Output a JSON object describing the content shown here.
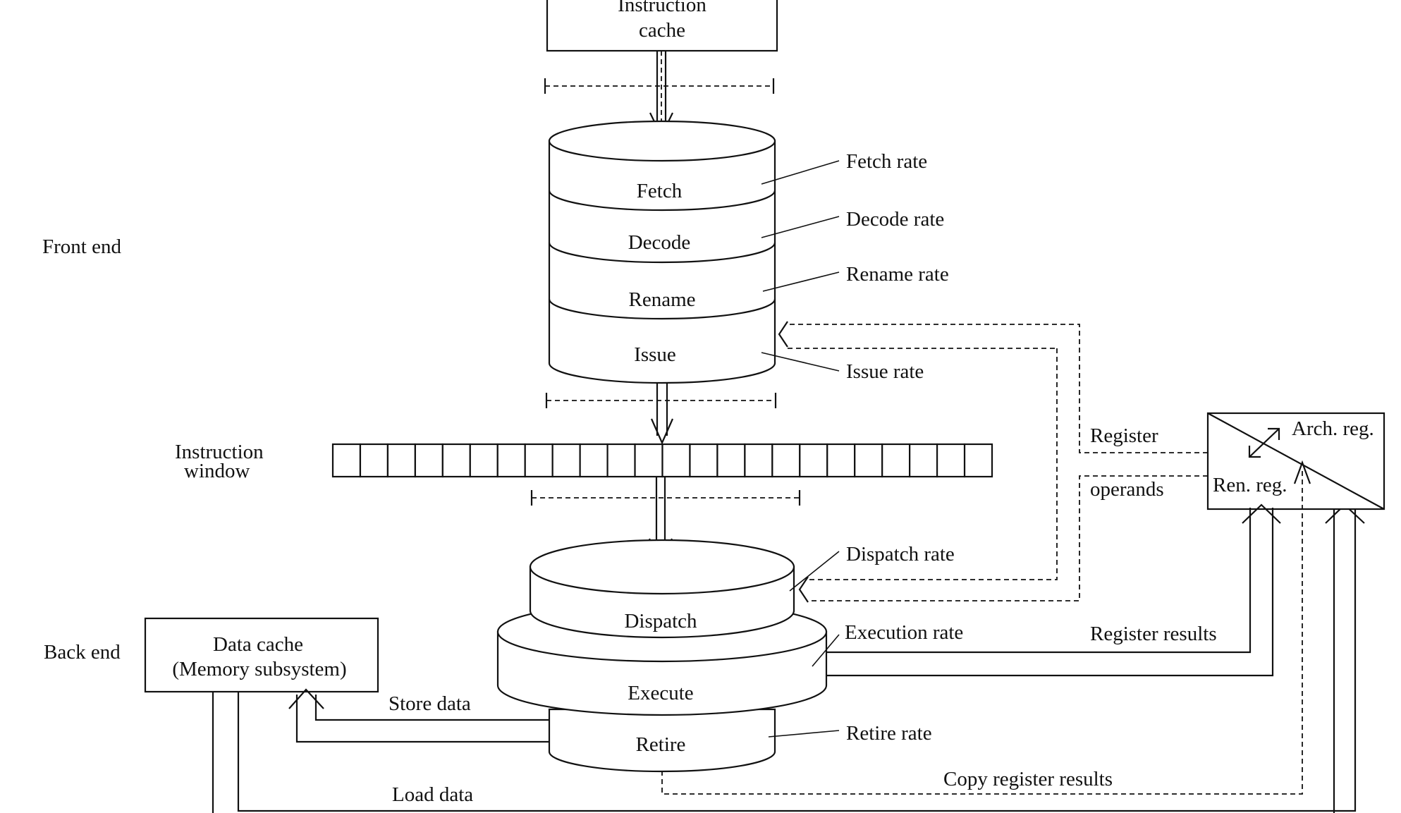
{
  "sections": {
    "front_end": "Front end",
    "back_end": "Back end"
  },
  "instruction_cache": {
    "line1": "Instruction",
    "line2": "cache"
  },
  "instruction_window": {
    "line1": "Instruction",
    "line2": "window"
  },
  "front_stages": {
    "fetch": "Fetch",
    "decode": "Decode",
    "rename": "Rename",
    "issue": "Issue"
  },
  "back_stages": {
    "dispatch": "Dispatch",
    "execute": "Execute",
    "retire": "Retire"
  },
  "rates": {
    "fetch": "Fetch rate",
    "decode": "Decode rate",
    "rename": "Rename rate",
    "issue": "Issue rate",
    "dispatch": "Dispatch rate",
    "execution": "Execution rate",
    "retire": "Retire rate"
  },
  "data_cache": {
    "line1": "Data cache",
    "line2": "(Memory subsystem)"
  },
  "register_file": {
    "arch": "Arch. reg.",
    "ren": "Ren. reg."
  },
  "flows": {
    "register": "Register",
    "operands": "operands",
    "register_results": "Register results",
    "store_data": "Store data",
    "load_data": "Load data",
    "copy_register_results": "Copy register results"
  }
}
